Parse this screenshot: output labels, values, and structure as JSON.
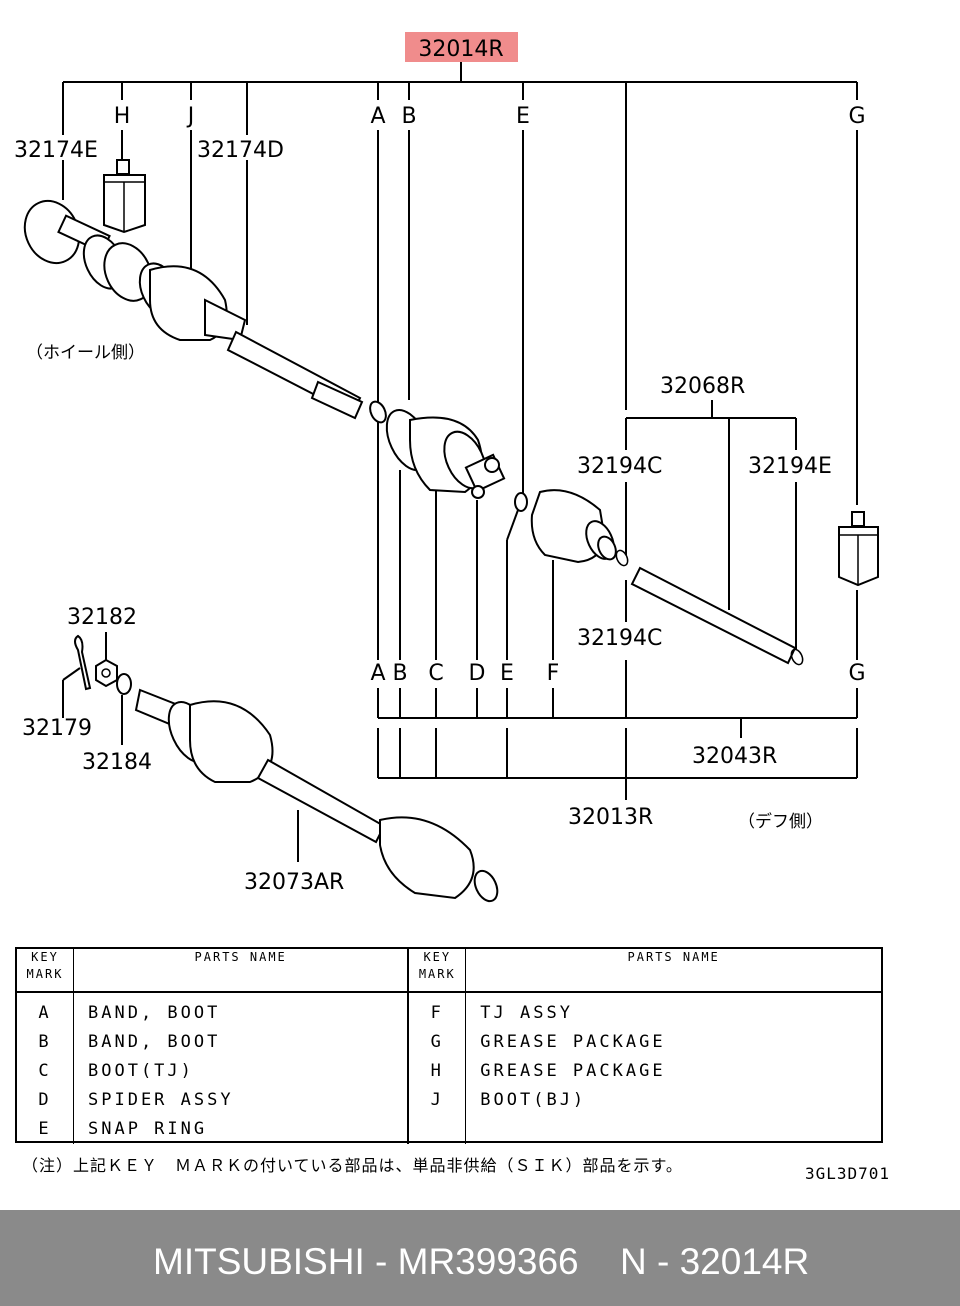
{
  "main_part": "32014R",
  "parts": {
    "p32174E": "32174E",
    "p32174D": "32174D",
    "p32068R": "32068R",
    "p32194C_top": "32194C",
    "p32194E": "32194E",
    "p32194C_bottom": "32194C",
    "p32182": "32182",
    "p32179": "32179",
    "p32184": "32184",
    "p32043R": "32043R",
    "p32013R": "32013R",
    "p32073AR": "32073AR"
  },
  "key_marks_top": [
    "H",
    "J",
    "A",
    "B",
    "E",
    "G"
  ],
  "key_marks_bottom": [
    "A",
    "B",
    "C",
    "D",
    "E",
    "F",
    "G"
  ],
  "wheel_side": "（ホイール側）",
  "diff_side": "（デフ側）",
  "legend": {
    "key_header_1": "KEY",
    "key_header_2": "MARK",
    "name_header": "PARTS NAME",
    "left": [
      {
        "key": "A",
        "name": "BAND, BOOT"
      },
      {
        "key": "B",
        "name": "BAND, BOOT"
      },
      {
        "key": "C",
        "name": "BOOT(TJ)"
      },
      {
        "key": "D",
        "name": "SPIDER ASSY"
      },
      {
        "key": "E",
        "name": "SNAP RING"
      }
    ],
    "right": [
      {
        "key": "F",
        "name": "TJ ASSY"
      },
      {
        "key": "G",
        "name": "GREASE PACKAGE"
      },
      {
        "key": "H",
        "name": "GREASE PACKAGE"
      },
      {
        "key": "J",
        "name": "BOOT(BJ)"
      }
    ]
  },
  "note": "（注）上記ＫＥＹ　ＭＡＲＫの付いている部品は、単品非供給（ＳＩＫ）部品を示す。",
  "diagram_code": "3GL3D701",
  "footer": {
    "brand": "MITSUBISHI - MR399366",
    "ref": "N - 32014R"
  },
  "colors": {
    "highlight": "#f08c8c",
    "footer_bg": "#8a8a8a"
  }
}
